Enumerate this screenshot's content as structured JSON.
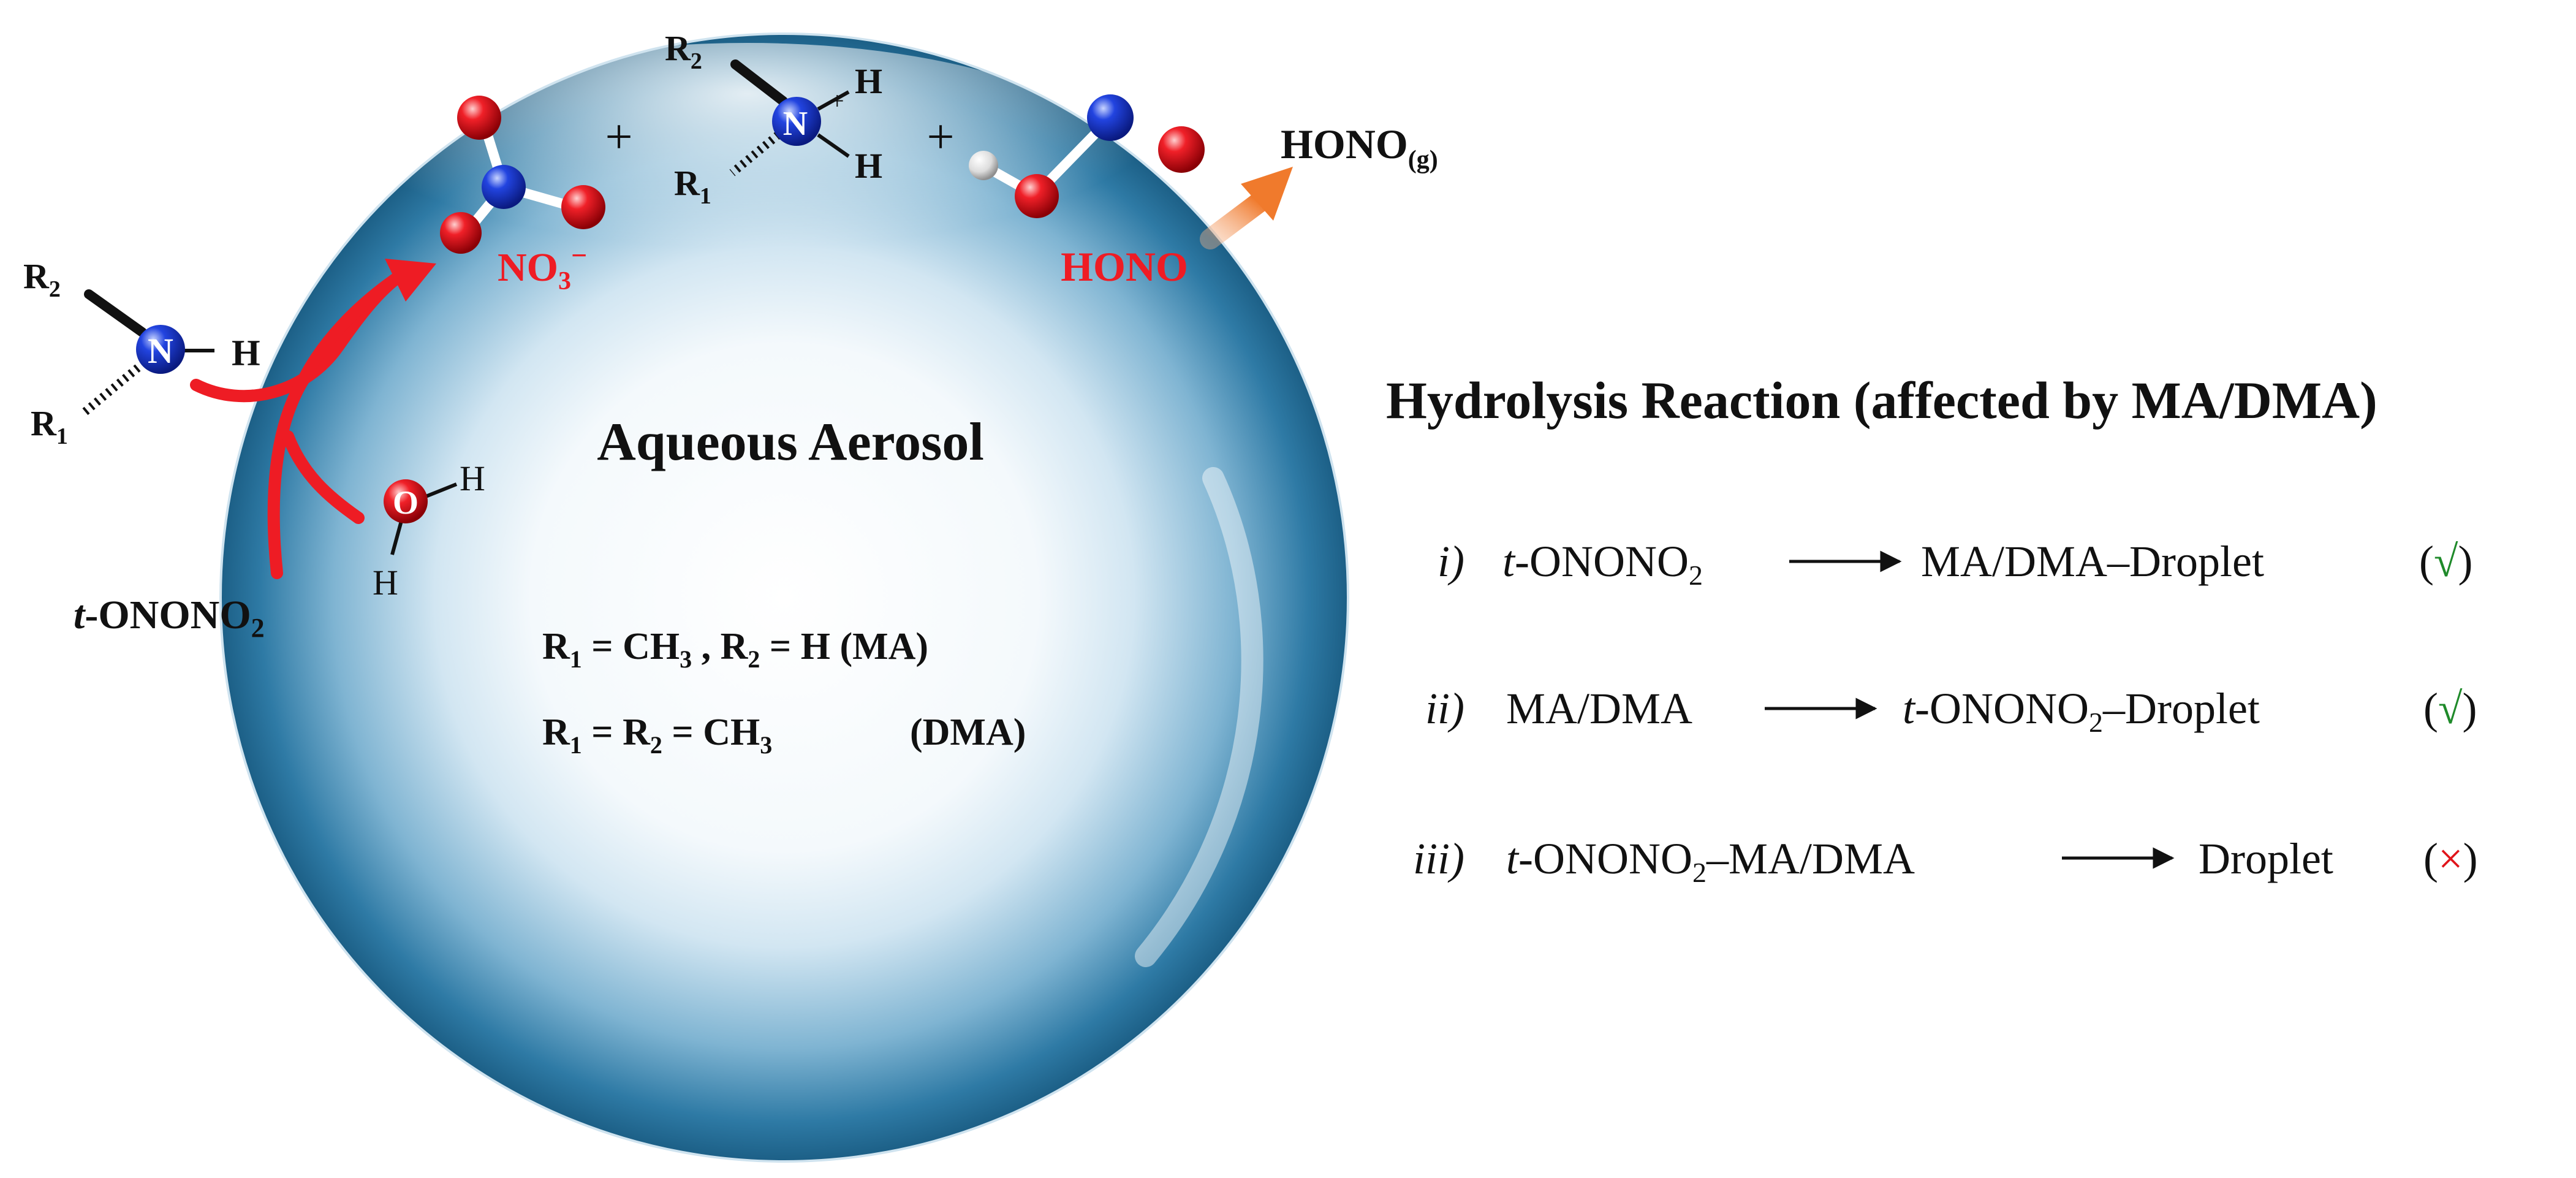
{
  "colors": {
    "oxygen": "#e0141a",
    "nitrogen": "#1a3ad8",
    "hydrogen": "#e8e8e8",
    "reaction_arrow": "#ee1c24",
    "release_arrow": "#f08a3c",
    "check": "#1f8a2a",
    "cross": "#e0141a",
    "droplet_edge": "#1e6a92",
    "droplet_core": "#ffffff"
  },
  "icons": [
    "droplet",
    "amine-molecule",
    "water-molecule",
    "nitrate-ball-model",
    "ammonium-ion",
    "hono-ball-model",
    "reaction-arrow",
    "release-arrow"
  ],
  "droplet": {
    "label": "Aqueous Aerosol",
    "legend": {
      "line1": {
        "r1": "R",
        "r1_sub": "1",
        "eq1": " = CH",
        "ch_sub": "3",
        "sep": " , R",
        "r2_sub": "2",
        "tail": " = H (MA)"
      },
      "line2": {
        "r1": "R",
        "r1_sub": "1",
        "eq1": " = R",
        "r2_sub": "2",
        "eq2": " = CH",
        "ch_sub": "3",
        "tag": "(DMA)"
      }
    }
  },
  "reactants": {
    "amine": {
      "r2": "R",
      "r2_sub": "2",
      "n": "N",
      "h": "H",
      "r1": "R",
      "r1_sub": "1"
    },
    "water": {
      "o": "O",
      "h_top": "H",
      "h_bottom": "H"
    },
    "ononoo": {
      "t": "t",
      "dash": "-ONONO",
      "sub": "2"
    }
  },
  "products": {
    "nitrate": {
      "text": "NO",
      "sub": "3",
      "sup": "−"
    },
    "plus1": "+",
    "ammonium": {
      "r2": "R",
      "r2_sub": "2",
      "n": "N",
      "charge": "+",
      "h_top": "H",
      "h_bottom": "H",
      "r1": "R",
      "r1_sub": "1"
    },
    "plus2": "+",
    "hono": "HONO",
    "hono_gas": {
      "text": "HONO",
      "sub": "(g)"
    }
  },
  "hydrolysis": {
    "title": "Hydrolysis Reaction (affected by MA/DMA)",
    "rows": [
      {
        "num": "i)",
        "lhs_t": "t",
        "lhs_rest": "-ONONO",
        "lhs_sub": "2",
        "lhs_tail": "",
        "rhs_t": "",
        "rhs_pre": "MA/DMA–Droplet",
        "rhs_sub": "",
        "rhs_tail": "",
        "mark": "√",
        "ok": true
      },
      {
        "num": "ii)",
        "lhs_t": "",
        "lhs_rest": "MA/DMA",
        "lhs_sub": "",
        "lhs_tail": "",
        "rhs_t": "t",
        "rhs_pre": "-ONONO",
        "rhs_sub": "2",
        "rhs_tail": "–Droplet",
        "mark": "√",
        "ok": true
      },
      {
        "num": "iii)",
        "lhs_t": "t",
        "lhs_rest": "-ONONO",
        "lhs_sub": "2",
        "lhs_tail": "–MA/DMA",
        "rhs_t": "",
        "rhs_pre": "Droplet",
        "rhs_sub": "",
        "rhs_tail": "",
        "mark": "×",
        "ok": false
      }
    ]
  }
}
